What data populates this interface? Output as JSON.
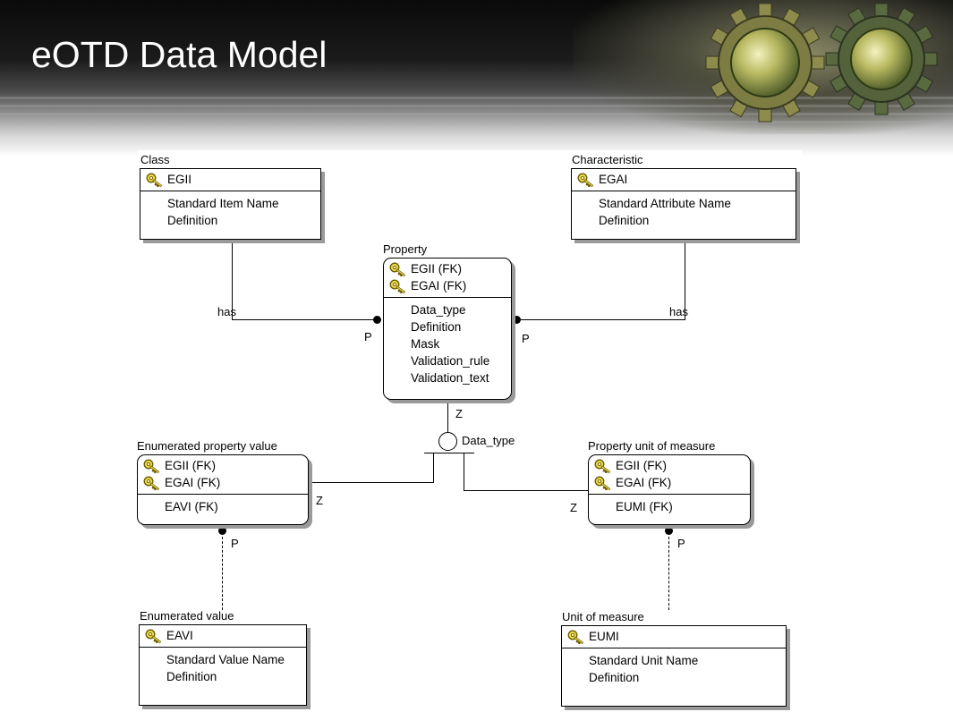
{
  "page": {
    "title": "eOTD Data Model"
  },
  "entities": {
    "class": {
      "title": "Class",
      "keys": [
        "EGII"
      ],
      "attributes": [
        "Standard Item Name",
        "Definition"
      ]
    },
    "characteristic": {
      "title": "Characteristic",
      "keys": [
        "EGAI"
      ],
      "attributes": [
        "Standard Attribute Name",
        "Definition"
      ]
    },
    "property": {
      "title": "Property",
      "keys": [
        "EGII (FK)",
        "EGAI (FK)"
      ],
      "attributes": [
        "Data_type",
        "Definition",
        "Mask",
        "Validation_rule",
        "Validation_text"
      ]
    },
    "enum_prop_value": {
      "title": "Enumerated property value",
      "keys": [
        "EGII (FK)",
        "EGAI (FK)"
      ],
      "attributes": [
        "EAVI (FK)"
      ]
    },
    "prop_uom": {
      "title": "Property unit of measure",
      "keys": [
        "EGII (FK)",
        "EGAI (FK)"
      ],
      "attributes": [
        "EUMI (FK)"
      ]
    },
    "enum_value": {
      "title": "Enumerated value",
      "keys": [
        "EAVI"
      ],
      "attributes": [
        "Standard Value Name",
        "Definition"
      ]
    },
    "uom": {
      "title": "Unit of measure",
      "keys": [
        "EUMI"
      ],
      "attributes": [
        "Standard Unit Name",
        "Definition"
      ]
    }
  },
  "relationships": {
    "class_has": "has",
    "char_has": "has",
    "class_card": "P",
    "char_card": "P",
    "subtype_card": "Z",
    "discriminator": "Data_type",
    "enum_card": "Z",
    "uom_card": "Z",
    "enum_value_card": "P",
    "uom_value_card": "P"
  },
  "icons": {
    "key": "key-icon"
  }
}
